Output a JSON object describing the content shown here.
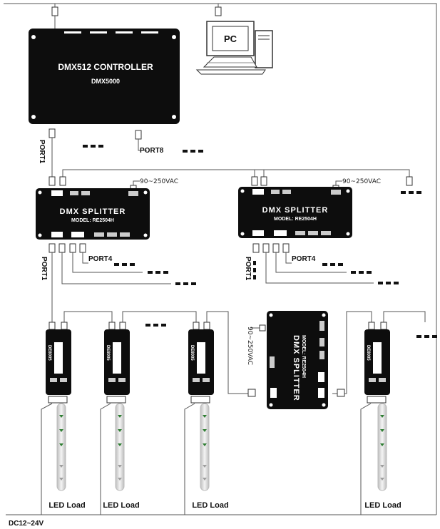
{
  "controller": {
    "title": "DMX512 CONTROLLER",
    "model": "DMX5000"
  },
  "pc": {
    "label": "PC"
  },
  "ports": {
    "controller_first": "PORT1",
    "controller_last": "PORT8",
    "splitter_first": "PORT1",
    "splitter_last": "PORT4"
  },
  "splitter": {
    "title": "DMX SPLITTER",
    "model": "MODEL: RE2504H",
    "power": "90~250VAC"
  },
  "decoder": {
    "model": "DE8005"
  },
  "loads": [
    "LED Load",
    "LED Load",
    "LED Load",
    "LED Load"
  ],
  "power_bus": "DC12~24V",
  "colors": {
    "device": "#0d0d0d",
    "wire": "#555555",
    "background": "#ffffff"
  }
}
